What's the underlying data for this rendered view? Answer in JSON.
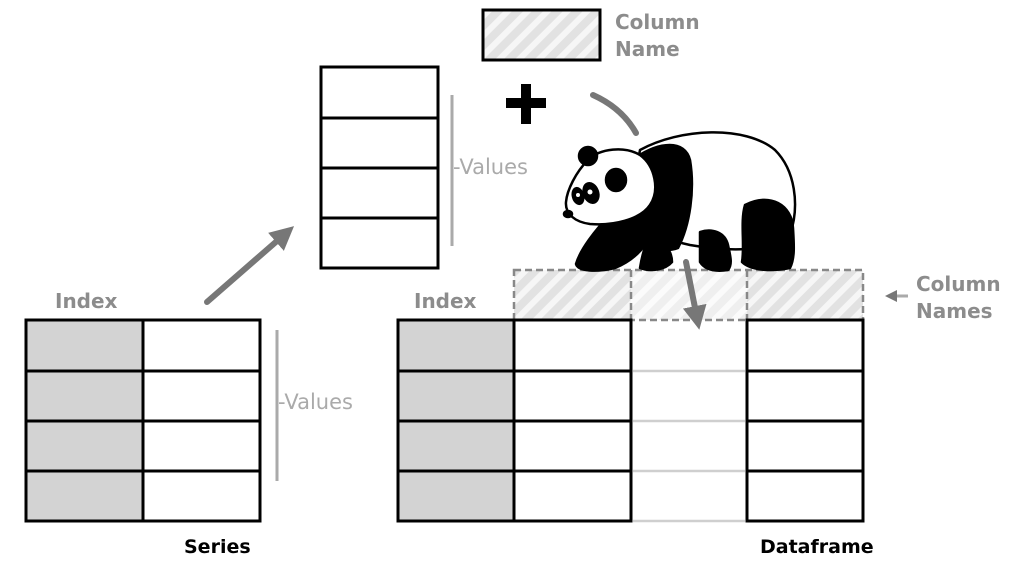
{
  "labels": {
    "column_name_line1": "Column",
    "column_name_line2": "Name",
    "column_names_line1": "Column",
    "column_names_line2": "Names",
    "values_top": "-Values",
    "values_series": "-Values",
    "index_series": "Index",
    "index_dataframe": "Index",
    "series": "Series",
    "dataframe": "Dataframe"
  },
  "icons": {
    "plus": "plus-icon",
    "panda": "panda-illustration"
  },
  "colors": {
    "index_fill": "#d3d3d3",
    "header_fill": "#e4e4e4",
    "arrow": "#777777",
    "bracket": "#aaaaaa",
    "label_gray": "#8c8c8c"
  }
}
